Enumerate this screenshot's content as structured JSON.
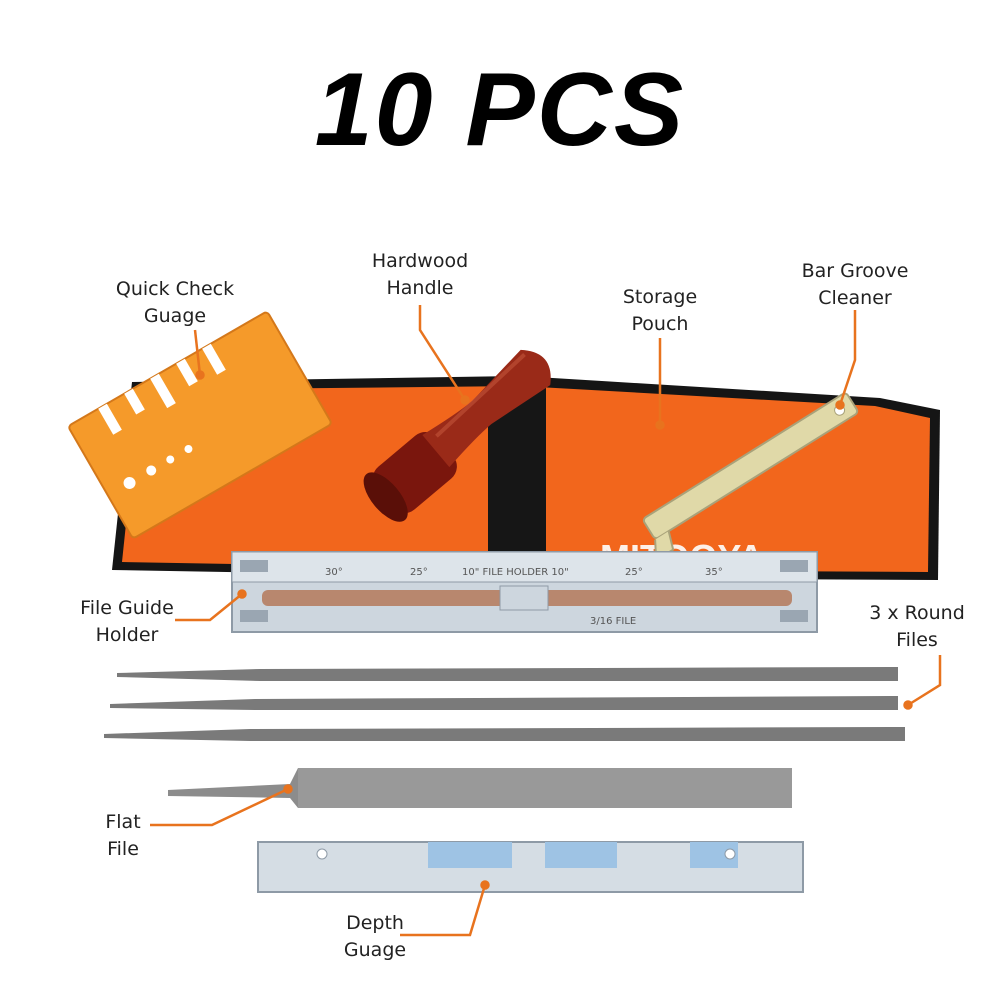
{
  "title": "10 PCS",
  "labels": {
    "quick_check": [
      "Quick Check",
      "Guage"
    ],
    "handle": [
      "Hardwood",
      "Handle"
    ],
    "pouch": [
      "Storage",
      "Pouch"
    ],
    "bar_groove": [
      "Bar Groove",
      "Cleaner"
    ],
    "file_guide": [
      "File Guide",
      "Holder"
    ],
    "round_files": [
      "3 x Round",
      "Files"
    ],
    "flat_file": [
      "Flat",
      "File"
    ],
    "depth_gauge": [
      "Depth",
      "Guage"
    ]
  },
  "product_markings": {
    "pouch_brand": "MITOOYA",
    "holder_angles": [
      "30°",
      "25°",
      "10\" FILE HOLDER 10\"",
      "25°",
      "35°"
    ],
    "holder_size": "3/16 FILE"
  },
  "colors": {
    "pouch": "#f2661c",
    "leader_line": "#e8731e",
    "handle": "#8a1f12",
    "metal": "#c9d3dc",
    "file": "#7a7a7a"
  }
}
